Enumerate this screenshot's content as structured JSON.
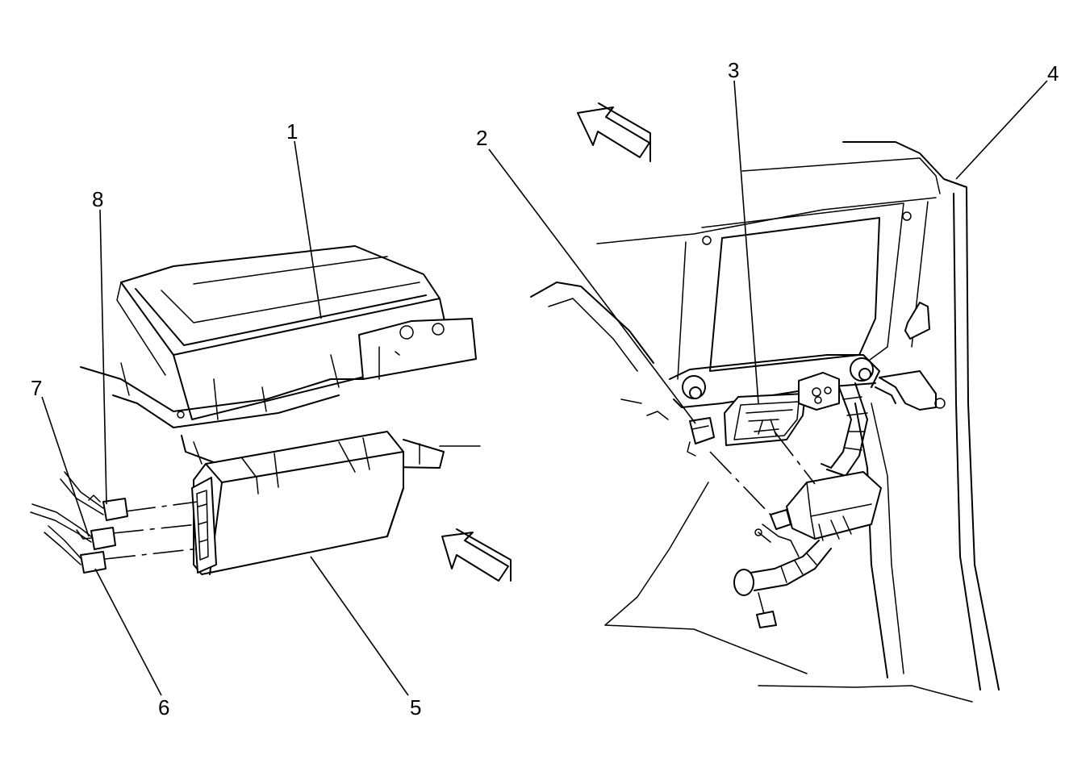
{
  "callouts": {
    "c1": "1",
    "c2": "2",
    "c3": "3",
    "c4": "4",
    "c5": "5",
    "c6": "6",
    "c7": "7",
    "c8": "8"
  },
  "colors": {
    "ink": "#000000",
    "paper": "#ffffff"
  },
  "icons": {
    "direction": "forward-arrow-icon"
  }
}
